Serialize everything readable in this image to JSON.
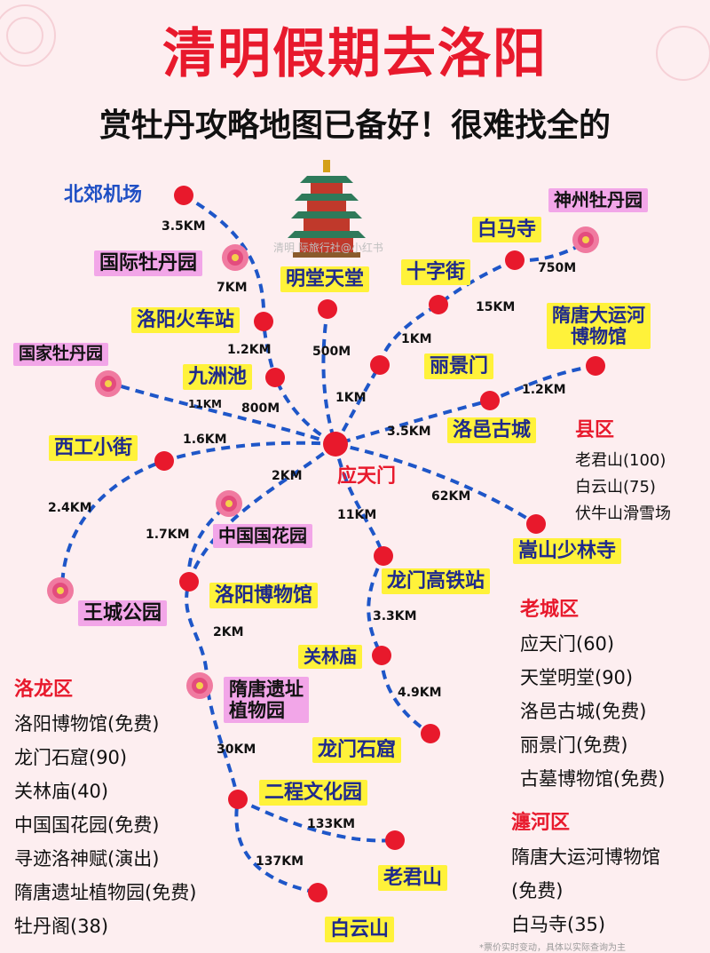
{
  "header": {
    "title": "清明假期去洛阳",
    "subtitle": "赏牡丹攻略地图已备好！很难找全的"
  },
  "watermark": "清明 际旅行社@小红书",
  "hub": "应天门",
  "places": {
    "beijiao_airport": "北郊机场",
    "intl_peony": "国际牡丹园",
    "train_station": "洛阳火车站",
    "national_peony": "国家牡丹园",
    "jiuzhouchi": "九洲池",
    "mingtang": "明堂天堂",
    "shizijie": "十字街",
    "baimasi": "白马寺",
    "shenzhou_peony": "神州牡丹园",
    "canal_museum": "隋唐大运河\n博物馆",
    "lijingmen": "丽景门",
    "luoyi": "洛邑古城",
    "xigong": "西工小街",
    "songshan": "嵩山少林寺",
    "wangcheng": "王城公园",
    "china_flower": "中国国花园",
    "museum": "洛阳博物馆",
    "gaotie": "龙门高铁站",
    "guanlin": "关林庙",
    "ruins_garden": "隋唐遗址\n植物园",
    "longmen": "龙门石窟",
    "ercheng": "二程文化园",
    "laojun": "老君山",
    "baiyun": "白云山"
  },
  "distances": {
    "airport_intl": "3.5KM",
    "intl_station": "7KM",
    "station_jzc": "1.2KM",
    "national": "11KM",
    "jzc_hub": "800M",
    "mingtang": "500M",
    "lijing_hub": "1KM",
    "shizi_lijing": "1KM",
    "shizi_baima": "15KM",
    "baima_shenzhou": "750M",
    "luoyi_canal": "1.2KM",
    "luoyi_hub": "3.5KM",
    "xigong": "1.6KM",
    "xigong_wangcheng": "2.4KM",
    "museum_hub": "2KM",
    "flower": "1.7KM",
    "songshan": "62KM",
    "gaotie": "11KM",
    "gaotie_guanlin": "3.3KM",
    "guanlin_longmen": "4.9KM",
    "museum_ruins": "2KM",
    "ercheng": "30KM",
    "laojun": "133KM",
    "baiyun": "137KM"
  },
  "sections": {
    "county": {
      "title": "县区",
      "items": [
        "老君山(100)",
        "白云山(75)",
        "伏牛山滑雪场"
      ]
    },
    "oldcity": {
      "title": "老城区",
      "items": [
        "应天门(60)",
        "天堂明堂(90)",
        "洛邑古城(免费)",
        "丽景门(免费)",
        "古墓博物馆(免费)"
      ]
    },
    "chanhe": {
      "title": "瀍河区",
      "items": [
        "隋唐大运河博物馆",
        "(免费)",
        "白马寺(35)"
      ]
    },
    "luolong": {
      "title": "洛龙区",
      "items": [
        "洛阳博物馆(免费)",
        "龙门石窟(90)",
        "关林庙(40)",
        "中国国花园(免费)",
        "寻迹洛神赋(演出)",
        "隋唐遗址植物园(免费)",
        "牡丹阁(38)"
      ]
    }
  },
  "footnote": "*票价实时变动，具体以实际查询为主",
  "colors": {
    "route": "#1e56c8",
    "node": "#e8192c",
    "title": "#e8192c",
    "highlight": "#fff23a",
    "pink_tag": "#f2a6e8"
  },
  "icons": [
    "pagoda-icon",
    "peony-icon"
  ]
}
